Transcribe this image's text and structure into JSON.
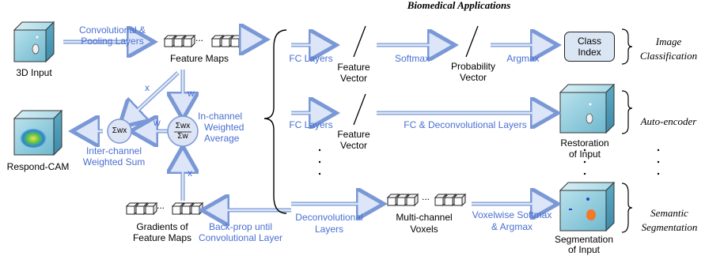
{
  "header": {
    "title": "Biomedical   Applications"
  },
  "colors": {
    "blue_text": "#4a6fd1",
    "arrow_fill": "#dce6f8",
    "arrow_stroke": "#7a98d6",
    "cube_face": "#cfe4f5"
  },
  "inputs": {
    "input_3d": "3D Input",
    "conv_pool": [
      "Convolutional &",
      "Pooling Layers"
    ],
    "feature_maps": "Feature Maps",
    "respond_cam": "Respond-CAM",
    "inter_channel": [
      "Inter-channel",
      "Weighted Sum"
    ],
    "in_channel": [
      "In-channel",
      "Weighted",
      "Average"
    ],
    "gradients": [
      "Gradients of",
      "Feature Maps"
    ],
    "backprop": [
      "Back-prop until",
      "Convolutional Layer"
    ],
    "sum_wx": "Σwx",
    "frac_num": "Σwx",
    "frac_den": "Σw",
    "edge_x": "x",
    "edge_w": "w",
    "dots": "..."
  },
  "branches": {
    "classification": {
      "fc_layers": "FC Layers",
      "feature_vector": [
        "Feature",
        "Vector"
      ],
      "softmax": "Softmax",
      "probability_vector": [
        "Probability",
        "Vector"
      ],
      "argmax": "Argmax",
      "class_index": [
        "Class",
        "Index"
      ],
      "app": [
        "Image",
        "Classification"
      ]
    },
    "autoencoder": {
      "fc_layers": "FC Layers",
      "feature_vector": [
        "Feature",
        "Vector"
      ],
      "fc_deconv": "FC & Deconvolutional Layers",
      "restoration": [
        "Restoration",
        "of Input"
      ],
      "app": "Auto-encoder"
    },
    "segmentation": {
      "deconv": [
        "Deconvolutional",
        "Layers"
      ],
      "multichannel": [
        "Multi-channel",
        "Voxels"
      ],
      "voxelwise": [
        "Voxelwise Softmax",
        "& Argmax"
      ],
      "segmentation": [
        "Segmentation",
        "of Input"
      ],
      "app": [
        "Semantic",
        "Segmentation"
      ]
    }
  }
}
